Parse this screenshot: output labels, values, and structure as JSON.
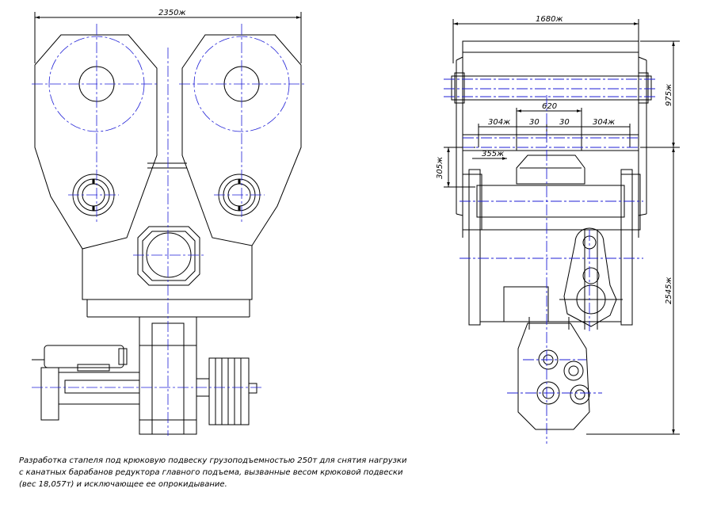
{
  "left_view": {
    "dimensions": {
      "width_overall": "2350ж"
    }
  },
  "right_view": {
    "dimensions": {
      "width_top": "1680ж",
      "height_upper": "975ж",
      "height_lower": "2545ж",
      "span_center": "620",
      "seg_left": "304ж",
      "seg_mid_left": "30",
      "seg_mid_right": "30",
      "seg_right": "304ж",
      "offset_355": "355ж",
      "height_305": "305ж"
    }
  },
  "caption": {
    "line1": "Разработка стапеля под крюковую подвеску грузоподъемностью 250т для снятия нагрузки",
    "line2": "с канатных барабанов редуктора главного подъема, вызванные весом крюковой подвески",
    "line3": "(вес 18,057т) и исключающее ее опрокидывание."
  },
  "colors": {
    "line": "#000000",
    "centerline": "#1f1fd6",
    "background": "#ffffff"
  }
}
